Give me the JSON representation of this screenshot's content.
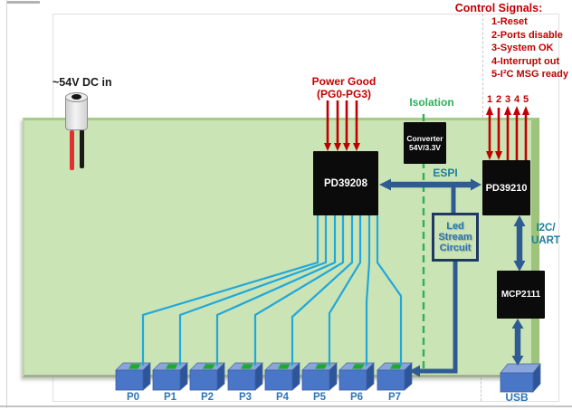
{
  "diagram": {
    "dc_input_label": "~54V DC in",
    "power_good": {
      "line1": "Power Good",
      "line2": "(PG0-PG3)"
    },
    "isolation_label": "Isolation",
    "converter": {
      "line1": "Converter",
      "line2": "54V/3.3V"
    },
    "chips": {
      "pse": "PD39208",
      "controller": "PD39210",
      "usb_bridge": "MCP2111"
    },
    "buses": {
      "espi": "ESPI",
      "i2c_uart_line1": "I2C/",
      "i2c_uart_line2": "UART"
    },
    "led_stream": {
      "line1": "Led",
      "line2": "Stream",
      "line3": "Circuit"
    },
    "control_signals": {
      "title": "Control Signals:",
      "items": [
        "1-Reset",
        "2-Ports disable",
        "3-System OK",
        "4-Interrupt out",
        "5-I²C MSG ready"
      ],
      "pins": [
        "1",
        "2",
        "3",
        "4",
        "5"
      ]
    },
    "ports": [
      "P0",
      "P1",
      "P2",
      "P3",
      "P4",
      "P5",
      "P6",
      "P7"
    ],
    "usb_label": "USB"
  },
  "colors": {
    "signal_red": "#C00000",
    "board_green": "#CBE4B5",
    "isolation_green": "#2BB25A",
    "bus_label_teal": "#1E7F9C",
    "arrow_blue": "#2F5B93",
    "port_line_cyan": "#22A7DA",
    "label_blue": "#2E75B6",
    "chip_black": "#0B0B0B",
    "port_cube_blue": "#4A76C8",
    "port_led_green": "#1FA83A"
  }
}
